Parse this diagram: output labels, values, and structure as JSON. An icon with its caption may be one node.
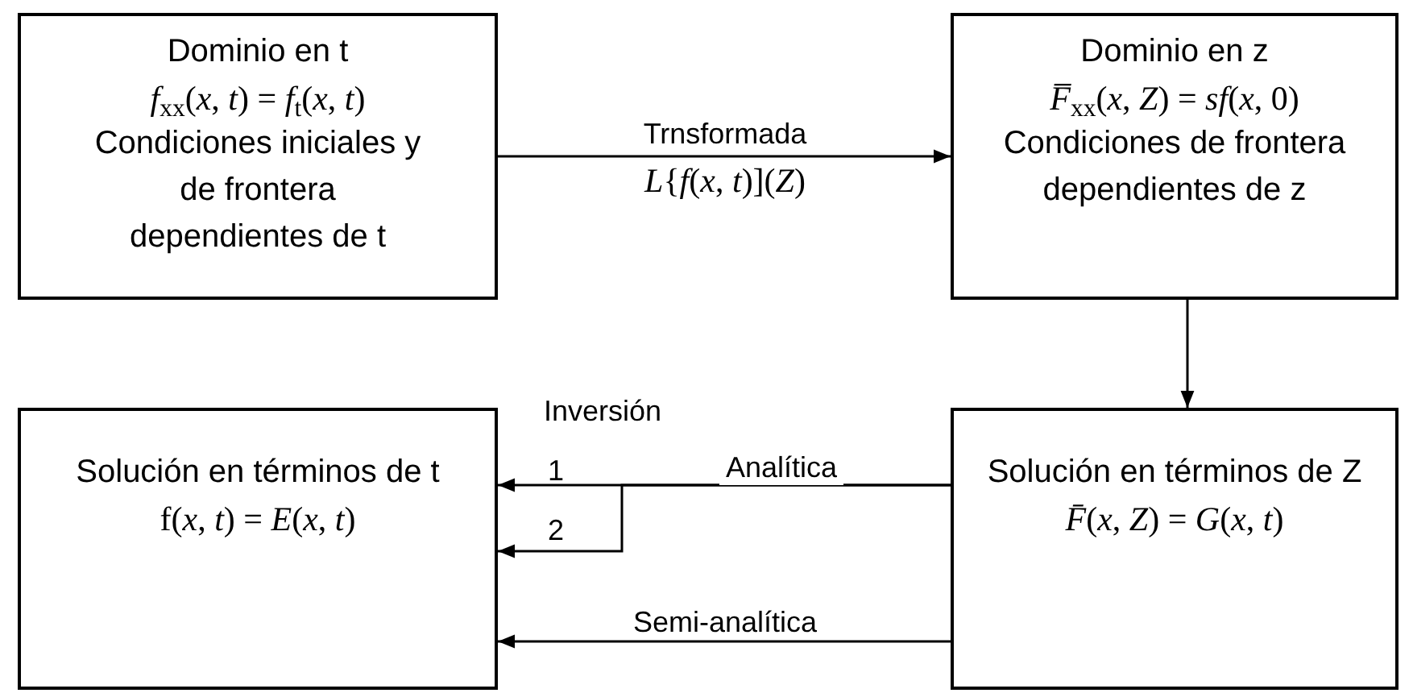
{
  "diagram": {
    "nodes": [
      {
        "text": [
          "Dominio en t",
          "*f*$_{xx}$(*x*, *t*) = *f*$_{t}$(*x*, *t*)",
          "Condiciones iniciales y de frontera dependientes de t"
        ]
      },
      {
        "text": [
          "Dominio en z",
          "*F̅*$_{xx}$(*x*, *Z*) = *sf*(*x*, 0)",
          "Condiciones de frontera dependientes de z"
        ]
      },
      {
        "text": [
          "Solución en términos de t",
          "f(*x*, *t*) = *E*(*x*, *t*)"
        ]
      },
      {
        "text": [
          "Solución en términos de Z",
          "*F̄*(*x*, *Z*) = *G*(*x*, *t*)"
        ]
      }
    ],
    "edges": [
      {
        "from": 0,
        "to": 1,
        "arrow": "to",
        "label": "Trnsformada"
      },
      {
        "from": 1,
        "to": 3,
        "arrow": "to"
      },
      {
        "from": 3,
        "to": 2,
        "arrow": "to",
        "label": "Analítica"
      },
      {
        "from": 3,
        "to": 2,
        "arrow": "to"
      },
      {
        "from": 3,
        "to": 2,
        "arrow": "to",
        "label": "Semi-analítica"
      }
    ],
    "labels": [
      "*L*{*f*(*x*, *t*)](*Z*)",
      "Inversión",
      "1",
      "2"
    ]
  }
}
